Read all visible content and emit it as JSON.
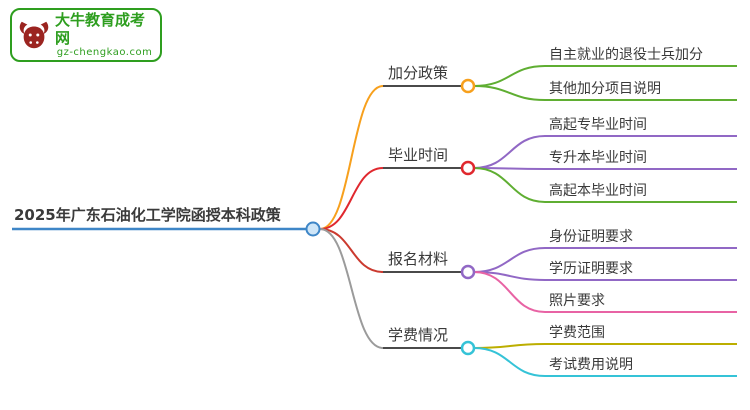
{
  "logo": {
    "title": "大牛教育成考网",
    "subtitle": "gz-chengkao.com"
  },
  "root": {
    "label": "2025年广东石油化工学院函授本科政策"
  },
  "branches": [
    {
      "label": "加分政策",
      "color": "#f7a01d",
      "children": [
        "自主就业的退役士兵加分",
        "其他加分项目说明"
      ],
      "children_colors": [
        "#5fae32",
        "#5fae32"
      ]
    },
    {
      "label": "毕业时间",
      "color": "#e0282e",
      "children": [
        "高起专毕业时间",
        "专升本毕业时间",
        "高起本毕业时间"
      ],
      "children_colors": [
        "#9168c5",
        "#9168c5",
        "#5fae32"
      ]
    },
    {
      "label": "报名材料",
      "color": "#cb3a2f",
      "children": [
        "身份证明要求",
        "学历证明要求",
        "照片要求"
      ],
      "children_colors": [
        "#9168c5",
        "#9168c5",
        "#e863a4"
      ]
    },
    {
      "label": "学费情况",
      "color": "#9b9b9b",
      "children": [
        "学费范围",
        "考试费用说明"
      ],
      "children_colors": [
        "#bcae00",
        "#35c3d7"
      ]
    }
  ],
  "colors": {
    "blue": "#3e86c7",
    "blue_fill": "#cfe6f8",
    "orange": "#f7a01d",
    "red": "#e0282e",
    "crimson": "#cb3a2f",
    "gray": "#9b9b9b",
    "green": "#5fae32",
    "purple": "#9168c5",
    "pink": "#e863a4",
    "olive": "#bcae00",
    "cyan": "#35c3d7",
    "dark": "#4a4a4a",
    "text": "#3a3a3a",
    "logo_green": "#2e9e1f",
    "logo_red": "#9b2420",
    "background": "#ffffff"
  }
}
